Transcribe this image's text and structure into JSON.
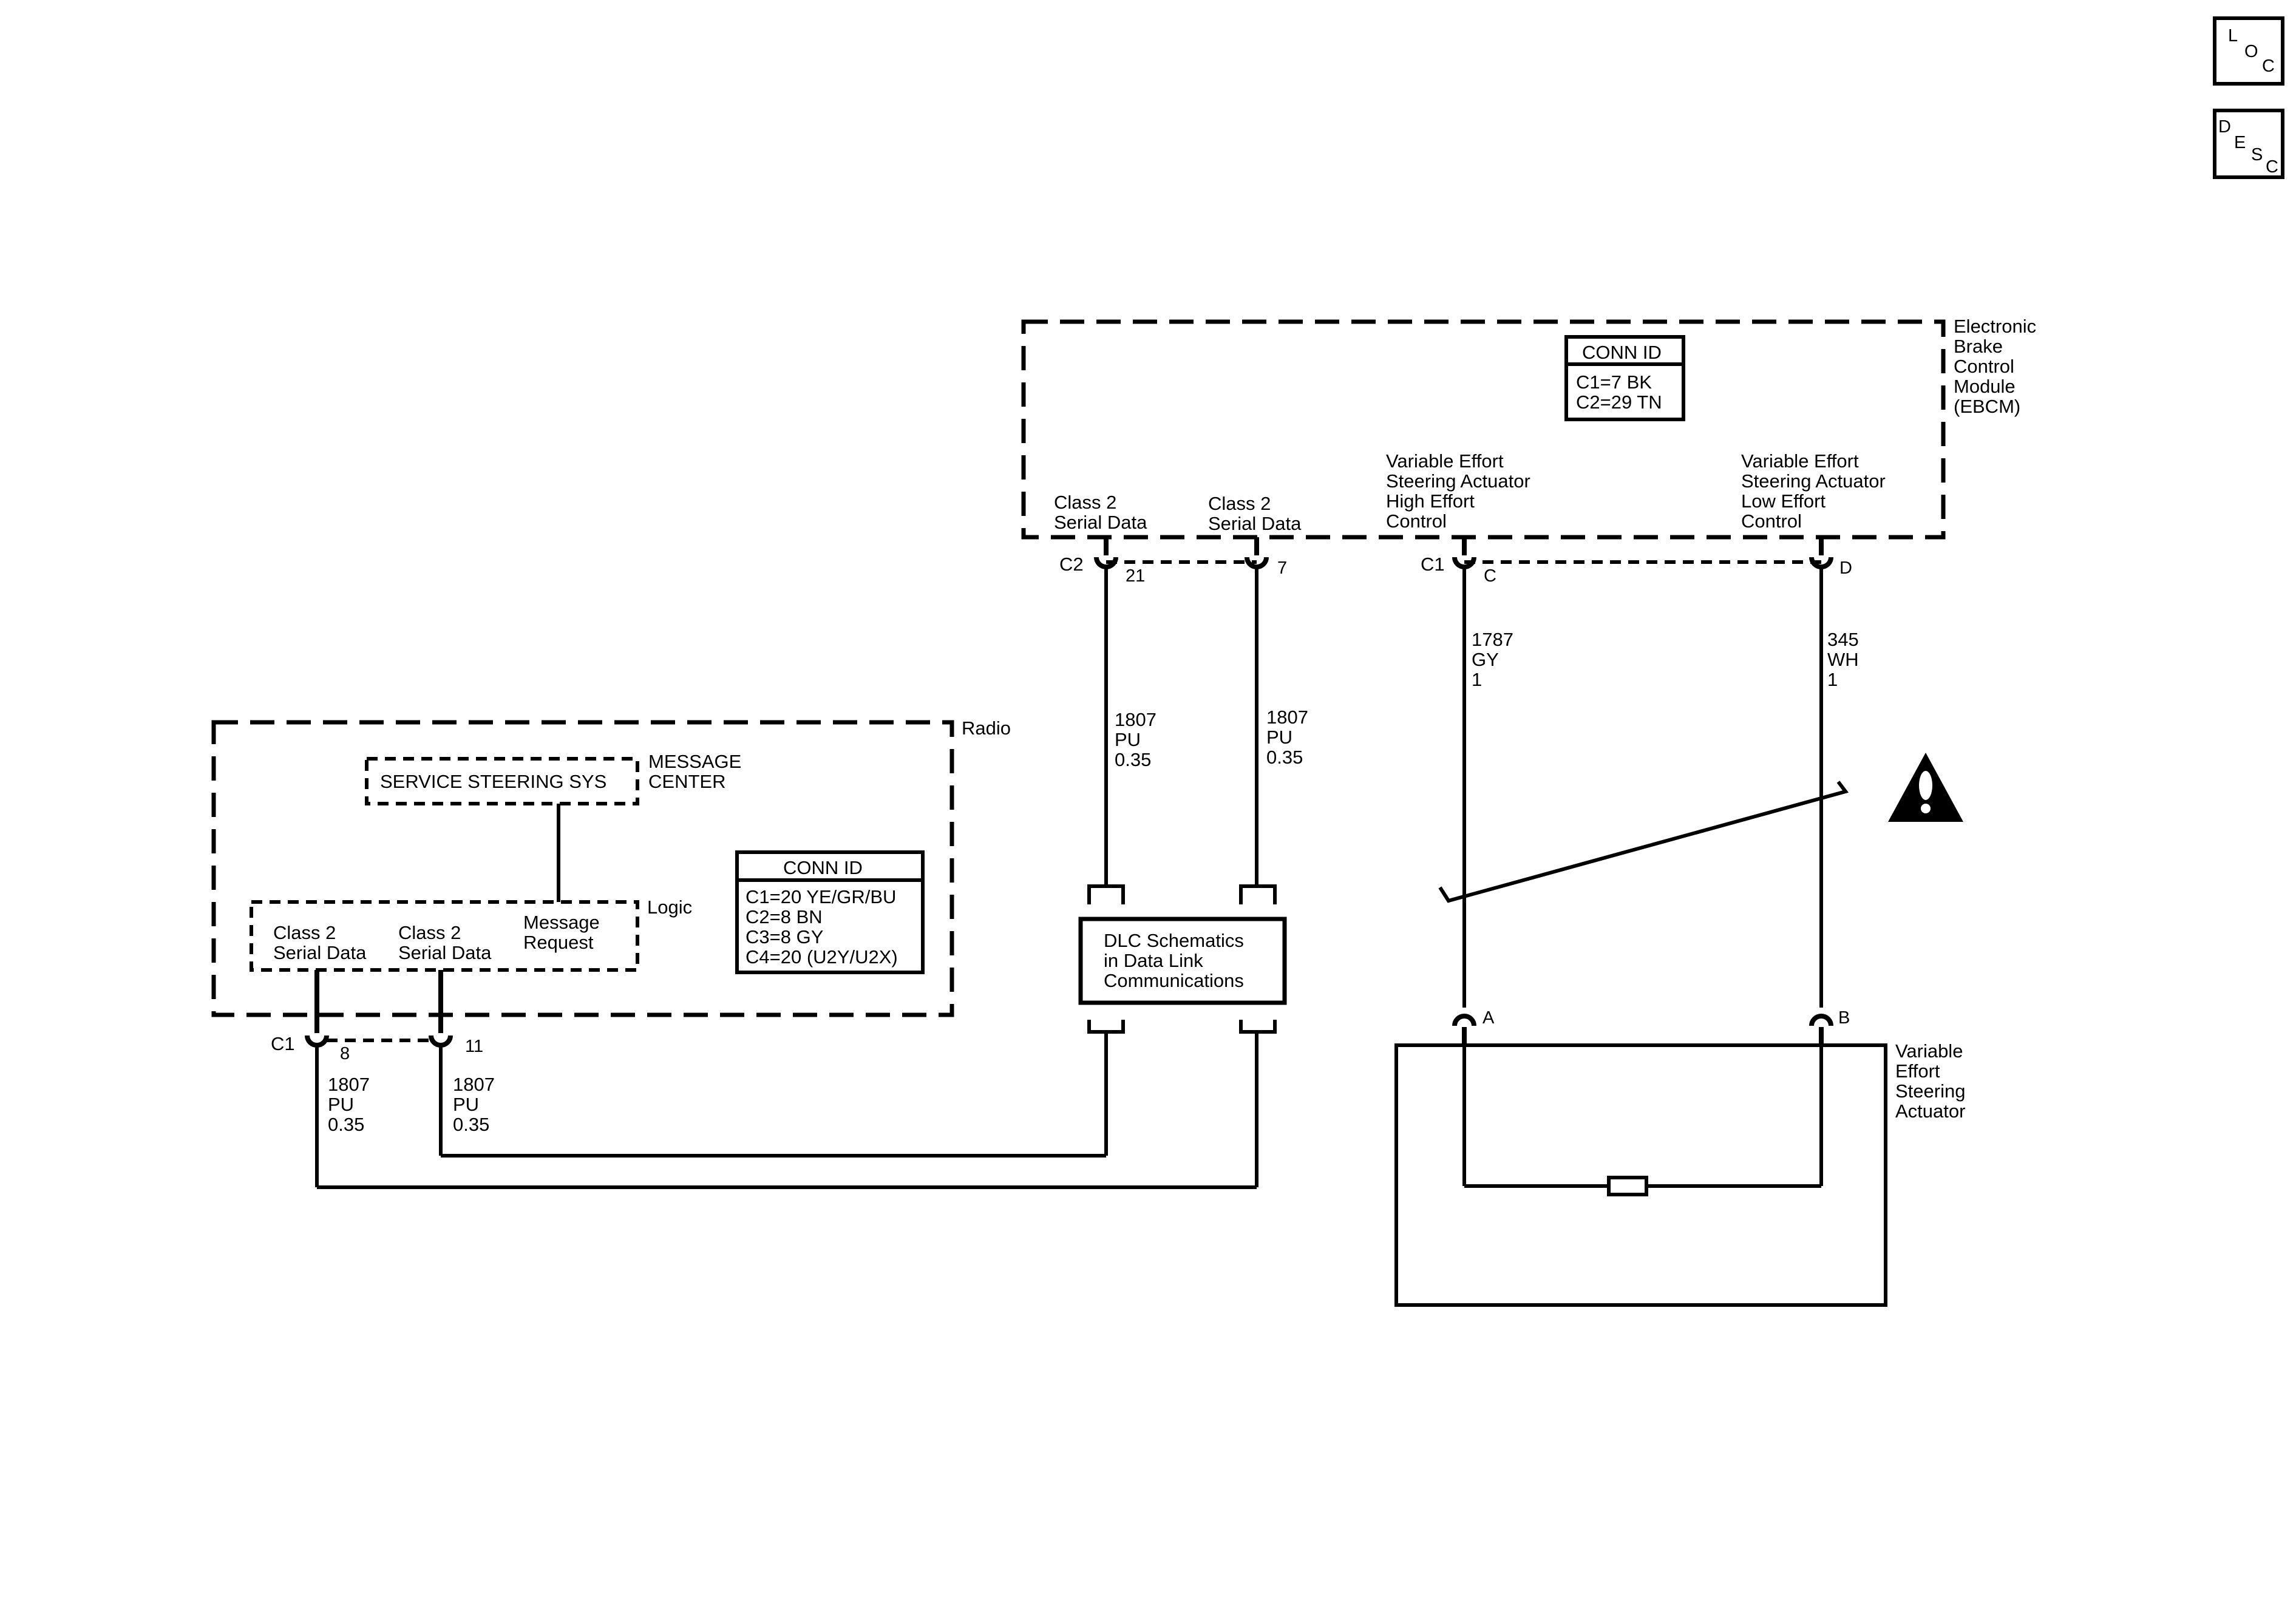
{
  "corner_icons": {
    "loc": [
      "L",
      "O",
      "C"
    ],
    "desc": [
      "D",
      "E",
      "S",
      "C"
    ]
  },
  "radio": {
    "title": "Radio",
    "message_box": "SERVICE STEERING SYS",
    "message_center": [
      "MESSAGE",
      "CENTER"
    ],
    "logic": "Logic",
    "pins": [
      [
        "Class 2",
        "Serial Data"
      ],
      [
        "Class 2",
        "Serial Data"
      ],
      [
        "Message",
        "Request"
      ]
    ],
    "conn_id": {
      "title": "CONN ID",
      "lines": [
        "C1=20 YE/GR/BU",
        "C2=8 BN",
        "C3=8 GY",
        "C4=20 (U2Y/U2X)"
      ]
    },
    "connector": "C1",
    "pin_numbers": [
      "8",
      "11"
    ],
    "wires": [
      [
        "1807",
        "PU",
        "0.35"
      ],
      [
        "1807",
        "PU",
        "0.35"
      ]
    ]
  },
  "ebcm": {
    "title": [
      "Electronic",
      "Brake",
      "Control",
      "Module",
      "(EBCM)"
    ],
    "conn_id": {
      "title": "CONN ID",
      "lines": [
        "C1=7 BK",
        "C2=29 TN"
      ]
    },
    "pins": [
      [
        "Class 2",
        "Serial Data"
      ],
      [
        "Class 2",
        "Serial Data"
      ],
      [
        "Variable Effort",
        "Steering Actuator",
        "High Effort",
        "Control"
      ],
      [
        "Variable Effort",
        "Steering Actuator",
        "Low Effort",
        "Control"
      ]
    ],
    "connectors": [
      "C2",
      "C1"
    ],
    "pin_numbers": [
      "21",
      "7",
      "C",
      "D"
    ],
    "wires": [
      [
        "1807",
        "PU",
        "0.35"
      ],
      [
        "1807",
        "PU",
        "0.35"
      ],
      [
        "1787",
        "GY",
        "1"
      ],
      [
        "345",
        "WH",
        "1"
      ]
    ]
  },
  "dlc": {
    "lines": [
      "DLC Schematics",
      "in Data Link",
      "Communications"
    ]
  },
  "actuator": {
    "title": [
      "Variable",
      "Effort",
      "Steering",
      "Actuator"
    ],
    "pin_numbers": [
      "A",
      "B"
    ]
  },
  "warning_icon": "caution-triangle-exclamation"
}
